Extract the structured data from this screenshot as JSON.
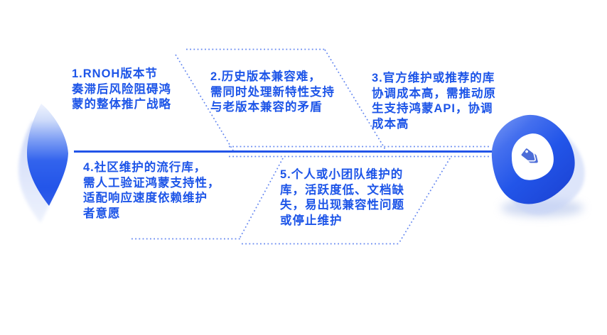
{
  "diagram": {
    "type": "fishbone",
    "accent_color": "#1d55e8",
    "spine_color": "#2254e8",
    "dotted_line_color": "#5b80f0",
    "head_icon": "tags-icon",
    "branches": [
      {
        "id": 1,
        "position": "top",
        "text": "1.RNOH版本节\n奏滞后风险阻碍鸿\n蒙的整体推广战略"
      },
      {
        "id": 2,
        "position": "top",
        "text": "2.历史版本兼容难，\n需同时处理新特性支持\n与老版本兼容的矛盾"
      },
      {
        "id": 3,
        "position": "top",
        "text": "3.官方维护或推荐的库\n协调成本高，需推动原\n生支持鸿蒙API，协调\n成本高"
      },
      {
        "id": 4,
        "position": "bottom",
        "text": "4.社区维护的流行库，\n需人工验证鸿蒙支持性，\n适配响应速度依赖维护\n者意愿"
      },
      {
        "id": 5,
        "position": "bottom",
        "text": "5.个人或小团队维护的\n库，活跃度低、文档缺\n失，易出现兼容性问题\n或停止维护"
      }
    ]
  }
}
